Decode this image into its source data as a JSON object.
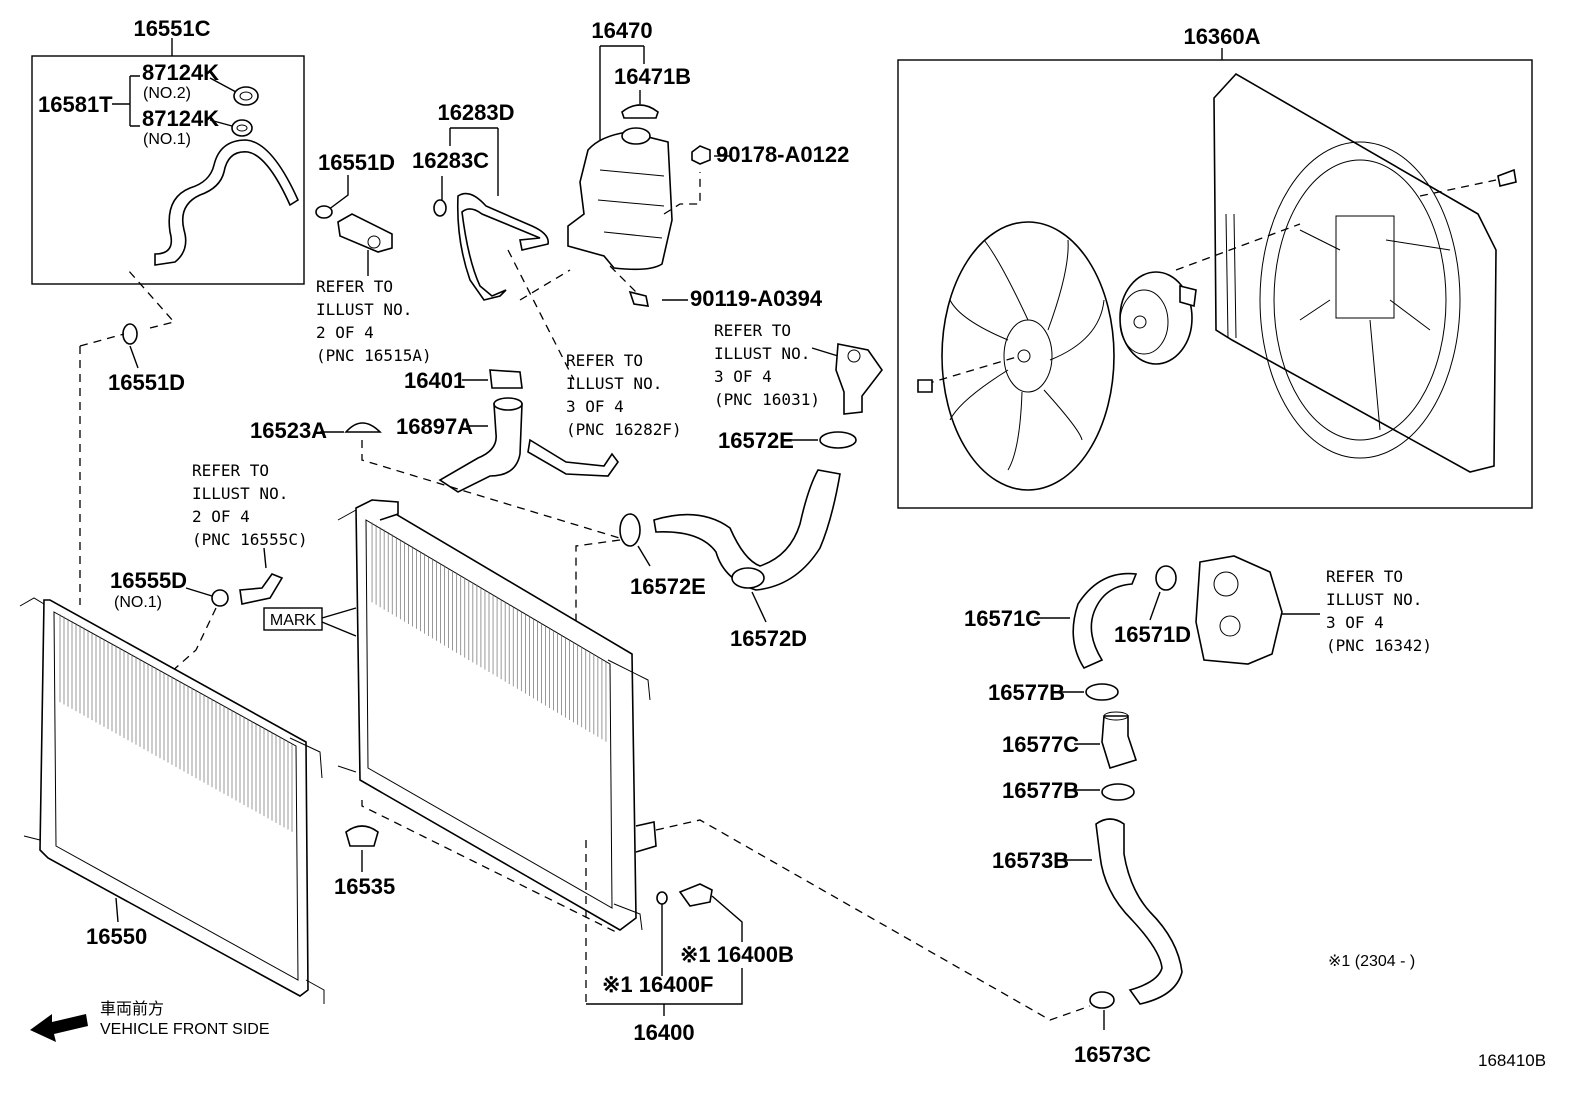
{
  "diagram_id": "168410B",
  "footnote": "※1 (2304 -      )",
  "vehicle_front": {
    "jp": "車両前方",
    "en": "VEHICLE FRONT SIDE"
  },
  "mark_label": "MARK",
  "parts": {
    "p16551C": "16551C",
    "p87124K_a": "87124K",
    "no2": "(NO.2)",
    "p16581T": "16581T",
    "p87124K_b": "87124K",
    "no1a": "(NO.1)",
    "p16551D_a": "16551D",
    "p16551D_b": "16551D",
    "p16470": "16470",
    "p16471B": "16471B",
    "p16283D": "16283D",
    "p16283C": "16283C",
    "p90178": "90178-A0122",
    "p90119": "90119-A0394",
    "p16360A": "16360A",
    "p16401": "16401",
    "p16897A": "16897A",
    "p16523A": "16523A",
    "p16572E_a": "16572E",
    "p16572E_b": "16572E",
    "p16572D": "16572D",
    "p16555D": "16555D",
    "no1b": "(NO.1)",
    "p16571C": "16571C",
    "p16571D": "16571D",
    "p16577B_a": "16577B",
    "p16577C": "16577C",
    "p16577B_b": "16577B",
    "p16573B": "16573B",
    "p16573C": "16573C",
    "p16535": "16535",
    "p16550": "16550",
    "p16400B": "※1 16400B",
    "p16400F": "※1 16400F",
    "p16400": "16400"
  },
  "refs": {
    "r1": [
      "REFER TO",
      "ILLUST NO.",
      "2 OF 4",
      "(PNC 16515A)"
    ],
    "r2": [
      "REFER TO",
      "ILLUST NO.",
      "3 OF 4",
      "(PNC 16282F)"
    ],
    "r3": [
      "REFER TO",
      "ILLUST NO.",
      "3 OF 4",
      "(PNC 16031)"
    ],
    "r4": [
      "REFER TO",
      "ILLUST NO.",
      "2 OF 4",
      "(PNC 16555C)"
    ],
    "r5": [
      "REFER TO",
      "ILLUST NO.",
      "3 OF 4",
      "(PNC 16342)"
    ]
  }
}
